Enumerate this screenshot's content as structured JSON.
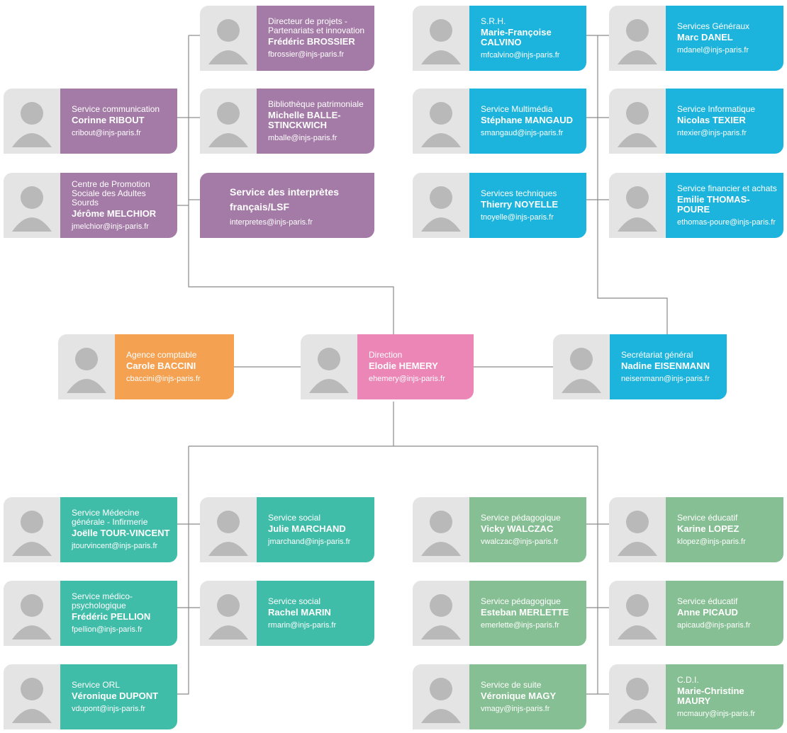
{
  "colors": {
    "purple": "#a47aa6",
    "blue": "#1cb4dc",
    "orange": "#f4a152",
    "pink": "#ec86b6",
    "teal": "#40bda8",
    "sage": "#86bf93",
    "lines": "#8a8a8a"
  },
  "people": {
    "brossier": {
      "role": "Directeur de projets - Partenariats et innovation",
      "name": "Frédéric BROSSIER",
      "email": "fbrossier@injs-paris.fr"
    },
    "ribout": {
      "role": "Service communication",
      "name": "Corinne RIBOUT",
      "email": "cribout@injs-paris.fr"
    },
    "balle": {
      "role": "Bibliothèque patrimoniale",
      "name": "Michelle BALLE-STINCKWICH",
      "email": "mballe@injs-paris.fr"
    },
    "melchior": {
      "role": "Centre de Promotion Sociale des Adultes Sourds",
      "name": "Jérôme MELCHIOR",
      "email": "jmelchior@injs-paris.fr"
    },
    "interpretes": {
      "name": "Service des interprètes français/LSF",
      "email": "interpretes@injs-paris.fr"
    },
    "calvino": {
      "role": "S.R.H.",
      "name": "Marie-Françoise CALVINO",
      "email": "mfcalvino@injs-paris.fr"
    },
    "danel": {
      "role": "Services Généraux",
      "name": "Marc DANEL",
      "email": "mdanel@injs-paris.fr"
    },
    "mangaud": {
      "role": "Service Multimédia",
      "name": "Stéphane MANGAUD",
      "email": "smangaud@injs-paris.fr"
    },
    "texier": {
      "role": "Service Informatique",
      "name": "Nicolas TEXIER",
      "email": "ntexier@injs-paris.fr"
    },
    "noyelle": {
      "role": "Services techniques",
      "name": "Thierry NOYELLE",
      "email": "tnoyelle@injs-paris.fr"
    },
    "thomas": {
      "role": "Service financier et achats",
      "name": "Emilie THOMAS-POURE",
      "email": "ethomas-poure@injs-paris.fr"
    },
    "baccini": {
      "role": "Agence comptable",
      "name": "Carole BACCINI",
      "email": "cbaccini@injs-paris.fr"
    },
    "hemery": {
      "role": "Direction",
      "name": "Elodie HEMERY",
      "email": "ehemery@injs-paris.fr"
    },
    "eisenmann": {
      "role": "Secrétariat général",
      "name": "Nadine EISENMANN",
      "email": "neisenmann@injs-paris.fr"
    },
    "tourvincent": {
      "role": "Service Médecine générale - Infirmerie",
      "name": "Joëlle TOUR-VINCENT",
      "email": "jtourvincent@injs-paris.fr"
    },
    "marchand": {
      "role": "Service social",
      "name": "Julie MARCHAND",
      "email": "jmarchand@injs-paris.fr"
    },
    "pellion": {
      "role": "Service médico-psychologique",
      "name": "Frédéric PELLION",
      "email": "fpellion@injs-paris.fr"
    },
    "marin": {
      "role": "Service social",
      "name": "Rachel MARIN",
      "email": "rmarin@injs-paris.fr"
    },
    "dupont": {
      "role": "Service ORL",
      "name": "Véronique DUPONT",
      "email": "vdupont@injs-paris.fr"
    },
    "walczac": {
      "role": "Service pédagogique",
      "name": "Vicky WALCZAC",
      "email": "vwalczac@injs-paris.fr"
    },
    "lopez": {
      "role": "Service éducatif",
      "name": "Karine LOPEZ",
      "email": "klopez@injs-paris.fr"
    },
    "merlette": {
      "role": "Service pédagogique",
      "name": "Esteban MERLETTE",
      "email": "emerlette@injs-paris.fr"
    },
    "picaud": {
      "role": "Service éducatif",
      "name": "Anne PICAUD",
      "email": "apicaud@injs-paris.fr"
    },
    "magy": {
      "role": "Service de suite",
      "name": "Véronique MAGY",
      "email": "vmagy@injs-paris.fr"
    },
    "maury": {
      "role": "C.D.I.",
      "name": "Marie-Christine MAURY",
      "email": "mcmaury@injs-paris.fr"
    }
  }
}
